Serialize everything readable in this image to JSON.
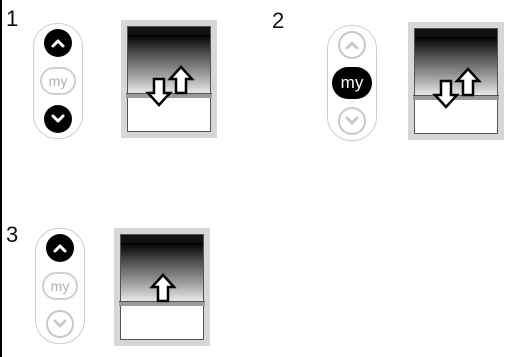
{
  "steps": [
    {
      "number": "1",
      "remote": {
        "up": "active",
        "my": "inactive",
        "down": "active",
        "my_label": "my"
      },
      "blind": {
        "shade_level": 0.6,
        "arrows": [
          "down",
          "up"
        ]
      }
    },
    {
      "number": "2",
      "remote": {
        "up": "inactive",
        "my": "active",
        "down": "inactive",
        "my_label": "my"
      },
      "blind": {
        "shade_level": 0.6,
        "arrows": [
          "down",
          "up"
        ]
      }
    },
    {
      "number": "3",
      "remote": {
        "up": "active",
        "my": "inactive",
        "down": "inactive",
        "my_label": "my"
      },
      "blind": {
        "shade_level": 0.6,
        "arrows": [
          "up"
        ]
      }
    }
  ],
  "icons": {
    "up": "chevron-up-icon",
    "down": "chevron-down-icon",
    "blind_up": "arrow-up-outline-icon",
    "blind_down": "arrow-down-outline-icon"
  },
  "colors": {
    "active": "#000000",
    "inactive_border": "#c8c8c8",
    "shade_dark": "#000000",
    "shade_light": "#e8e8e8"
  }
}
